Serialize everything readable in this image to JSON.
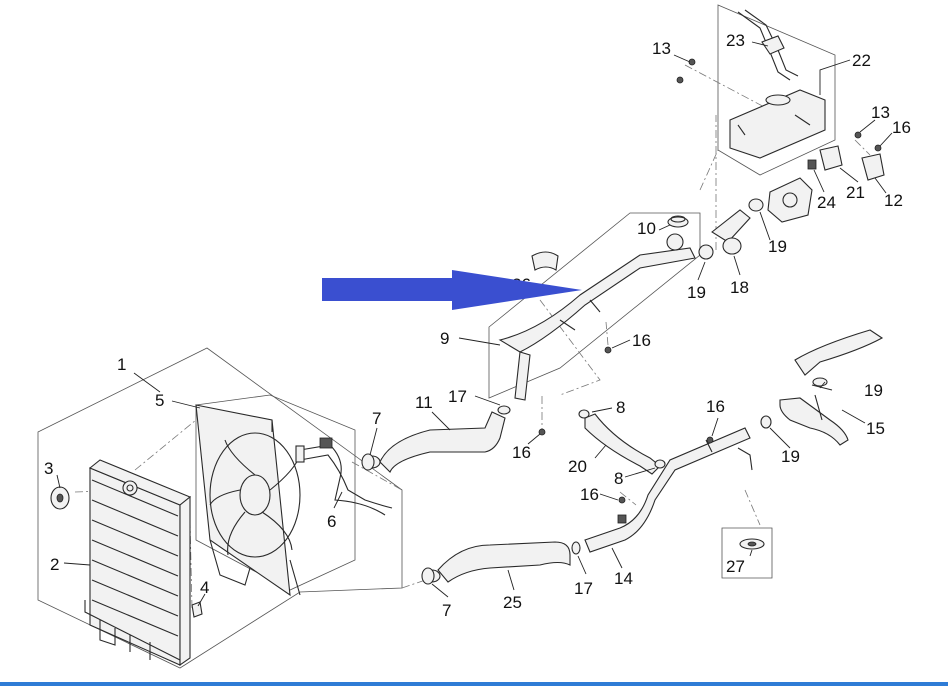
{
  "colors": {
    "arrow": "#3a4fd0",
    "bottom_bar": "#2e7cd6",
    "line": "#2a2a2a"
  },
  "callouts": {
    "c1": "1",
    "c2": "2",
    "c3": "3",
    "c4": "4",
    "c5": "5",
    "c6": "6",
    "c7a": "7",
    "c7b": "7",
    "c8a": "8",
    "c8b": "8",
    "c9": "9",
    "c10": "10",
    "c11": "11",
    "c12": "12",
    "c13a": "13",
    "c13b": "13",
    "c14": "14",
    "c15": "15",
    "c16a": "16",
    "c16b": "16",
    "c16c": "16",
    "c16d": "16",
    "c16e": "16",
    "c17a": "17",
    "c17b": "17",
    "c18": "18",
    "c19a": "19",
    "c19b": "19",
    "c19c": "19",
    "c19d": "19",
    "c20": "20",
    "c21": "21",
    "c22": "22",
    "c23": "23",
    "c24": "24",
    "c25": "25",
    "c26": "26",
    "c27": "27"
  }
}
